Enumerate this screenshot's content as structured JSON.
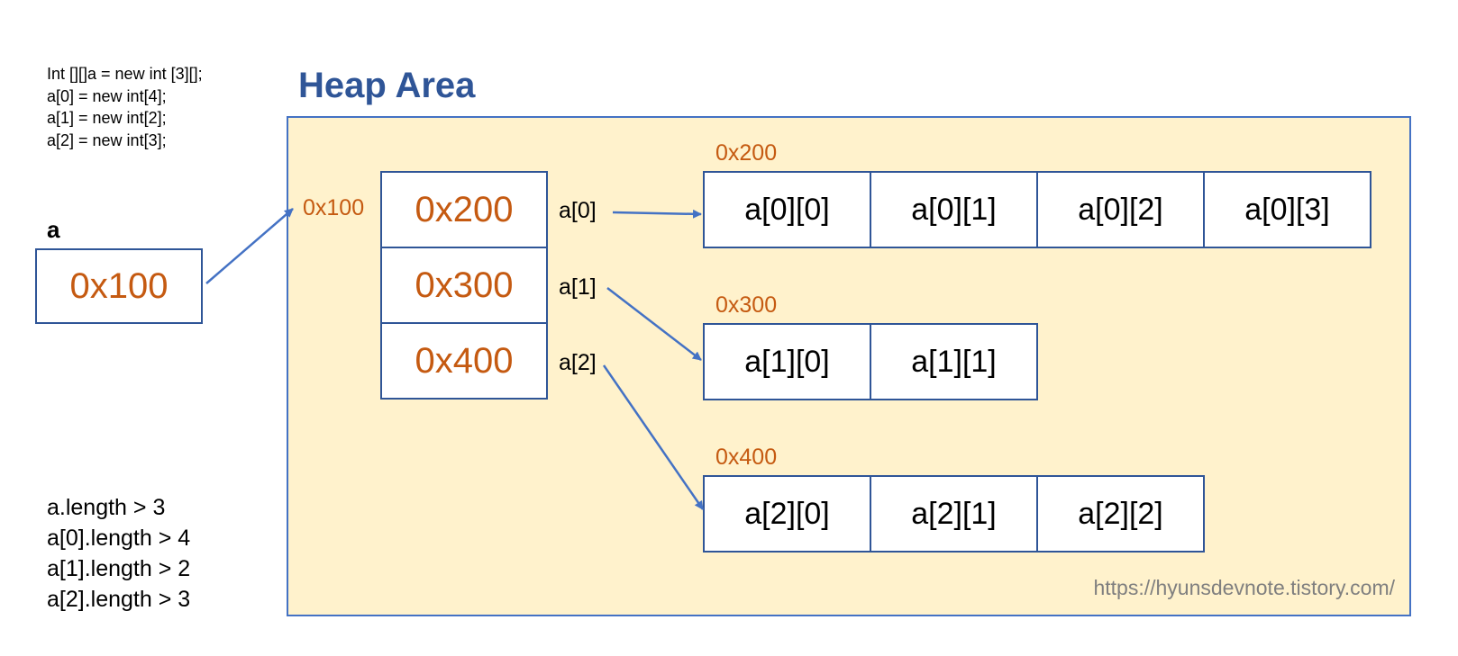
{
  "code_lines": [
    "Int [][]a = new int [3][];",
    "a[0] = new int[4];",
    "a[1] = new int[2];",
    "a[2] = new int[3];"
  ],
  "variable": {
    "name": "a",
    "value": "0x100"
  },
  "heap": {
    "title": "Heap Area",
    "outer_array": {
      "address": "0x100",
      "cells": [
        "0x200",
        "0x300",
        "0x400"
      ],
      "index_labels": [
        "a[0]",
        "a[1]",
        "a[2]"
      ]
    },
    "inner_arrays": [
      {
        "address": "0x200",
        "cells": [
          "a[0][0]",
          "a[0][1]",
          "a[0][2]",
          "a[0][3]"
        ]
      },
      {
        "address": "0x300",
        "cells": [
          "a[1][0]",
          "a[1][1]"
        ]
      },
      {
        "address": "0x400",
        "cells": [
          "a[2][0]",
          "a[2][1]",
          "a[2][2]"
        ]
      }
    ],
    "watermark": "https://hyunsdevnote.tistory.com/"
  },
  "length_lines": [
    "a.length > 3",
    "a[0].length > 4",
    "a[1].length > 2",
    "a[2].length > 3"
  ],
  "colors": {
    "address": "#c55a11",
    "border": "#2f5597",
    "heap_fill": "#fff2cc",
    "title": "#2f5597",
    "arrow": "#4472c4"
  }
}
